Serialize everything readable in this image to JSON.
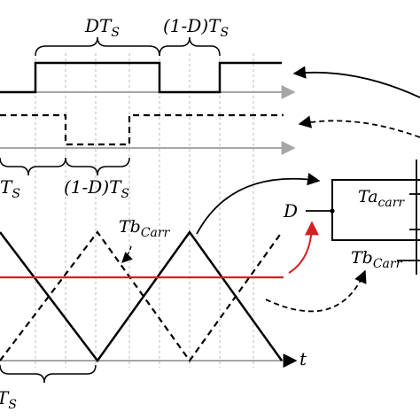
{
  "labels": {
    "dts_top": "DT",
    "dts_top_sub": "S",
    "one_minus_d_top": "(1-D)T",
    "one_minus_d_top_sub": "S",
    "dts_mid_partial": "DT",
    "dts_mid_partial_sub": "S",
    "one_minus_d_mid": "(1-D)T",
    "one_minus_d_mid_sub": "S",
    "tb_carr_chart": "Tb",
    "tb_carr_chart_sub": "Carr",
    "t_axis": "t",
    "d_input": "D",
    "ta_carr": "Ta",
    "ta_carr_sub": "carr",
    "tb_carr_right": "Tb",
    "tb_carr_right_sub": "Carr",
    "ts_bottom": "T",
    "ts_bottom_sub": "S"
  },
  "colors": {
    "ink": "#000000",
    "axis_gray": "#a6a6a6",
    "grid_gray": "#b8b8b8",
    "reference_red": "#d42020"
  },
  "signals": {
    "duty_ratio_D": 0.67,
    "reference_line": "solid-red",
    "carrier_a_style": "solid",
    "carrier_b_style": "dashed"
  }
}
